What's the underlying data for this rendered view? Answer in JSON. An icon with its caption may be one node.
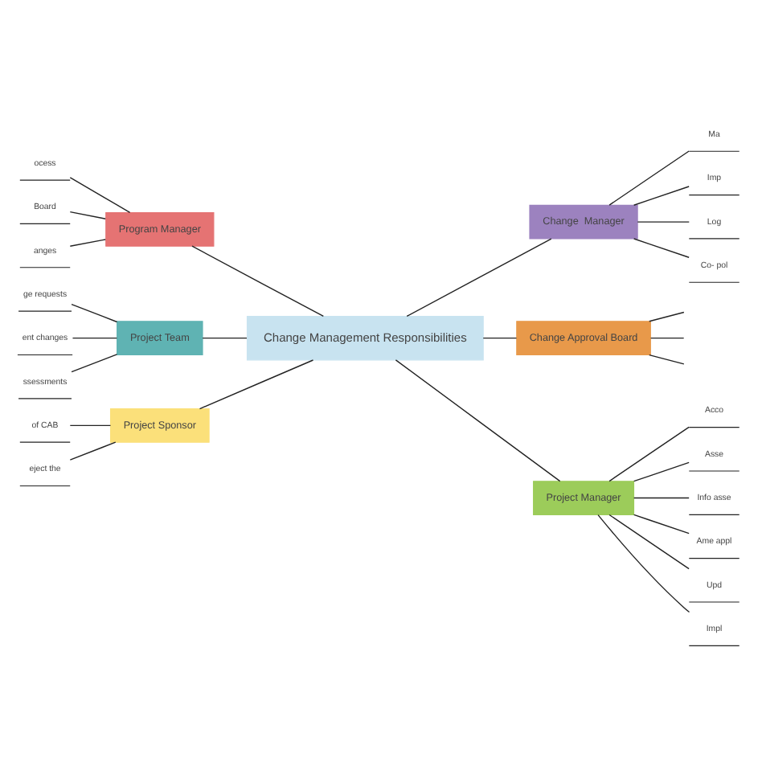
{
  "diagram": {
    "nodes": [
      {
        "text": [
          "Change Management Responsibilities"
        ]
      },
      {
        "text": [
          "Change  Manager"
        ]
      },
      {
        "text": [
          "Program Manager"
        ]
      },
      {
        "text": [
          "Change Approval Board"
        ]
      },
      {
        "text": [
          "Project Team"
        ]
      },
      {
        "text": [
          "Project Sponsor"
        ]
      },
      {
        "text": [
          "Project Manager"
        ]
      },
      {
        "text": [
          "Ma"
        ]
      },
      {
        "text": [
          "Imp"
        ]
      },
      {
        "text": [
          "Log"
        ]
      },
      {
        "text": [
          "Co- pol"
        ]
      },
      {
        "text": [
          "ocess"
        ]
      },
      {
        "text": [
          "Board"
        ]
      },
      {
        "text": [
          "anges"
        ]
      },
      {
        "text": [
          "ge requests"
        ]
      },
      {
        "text": [
          "ent changes"
        ]
      },
      {
        "text": [
          "ssessments"
        ]
      },
      {
        "text": [
          "of CAB"
        ]
      },
      {
        "text": [
          "eject the"
        ]
      },
      {
        "text": [
          "Acco"
        ]
      },
      {
        "text": [
          "Asse"
        ]
      },
      {
        "text": [
          "Info asse"
        ]
      },
      {
        "text": [
          "Ame appl"
        ]
      },
      {
        "text": [
          "Upd"
        ]
      },
      {
        "text": [
          "Impl"
        ]
      }
    ],
    "edges": [
      {
        "from": 0,
        "to": 1,
        "arrow": "none"
      },
      {
        "from": 0,
        "to": 2,
        "arrow": "none"
      },
      {
        "from": 0,
        "to": 3,
        "arrow": "none"
      },
      {
        "from": 0,
        "to": 4,
        "arrow": "none"
      },
      {
        "from": 0,
        "to": 5,
        "arrow": "none"
      },
      {
        "from": 0,
        "to": 6,
        "arrow": "none"
      },
      {
        "from": 1,
        "to": 7,
        "arrow": "none"
      },
      {
        "from": 1,
        "to": 8,
        "arrow": "none"
      },
      {
        "from": 1,
        "to": 9,
        "arrow": "none"
      },
      {
        "from": 1,
        "to": 10,
        "arrow": "none"
      },
      {
        "from": 2,
        "to": 11,
        "arrow": "none"
      },
      {
        "from": 2,
        "to": 12,
        "arrow": "none"
      },
      {
        "from": 2,
        "to": 13,
        "arrow": "none"
      },
      {
        "from": 3,
        "to": null,
        "arrow": "none"
      },
      {
        "from": 3,
        "to": null,
        "arrow": "none"
      },
      {
        "from": 3,
        "to": null,
        "arrow": "none"
      },
      {
        "from": 4,
        "to": 14,
        "arrow": "none"
      },
      {
        "from": 4,
        "to": 15,
        "arrow": "none"
      },
      {
        "from": 4,
        "to": 16,
        "arrow": "none"
      },
      {
        "from": 5,
        "to": 17,
        "arrow": "none"
      },
      {
        "from": 5,
        "to": 18,
        "arrow": "none"
      },
      {
        "from": 6,
        "to": 19,
        "arrow": "none"
      },
      {
        "from": 6,
        "to": 20,
        "arrow": "none"
      },
      {
        "from": 6,
        "to": 21,
        "arrow": "none"
      },
      {
        "from": 6,
        "to": 22,
        "arrow": "none"
      },
      {
        "from": 6,
        "to": 23,
        "arrow": "none"
      },
      {
        "from": 6,
        "to": 24,
        "arrow": "none"
      }
    ]
  }
}
